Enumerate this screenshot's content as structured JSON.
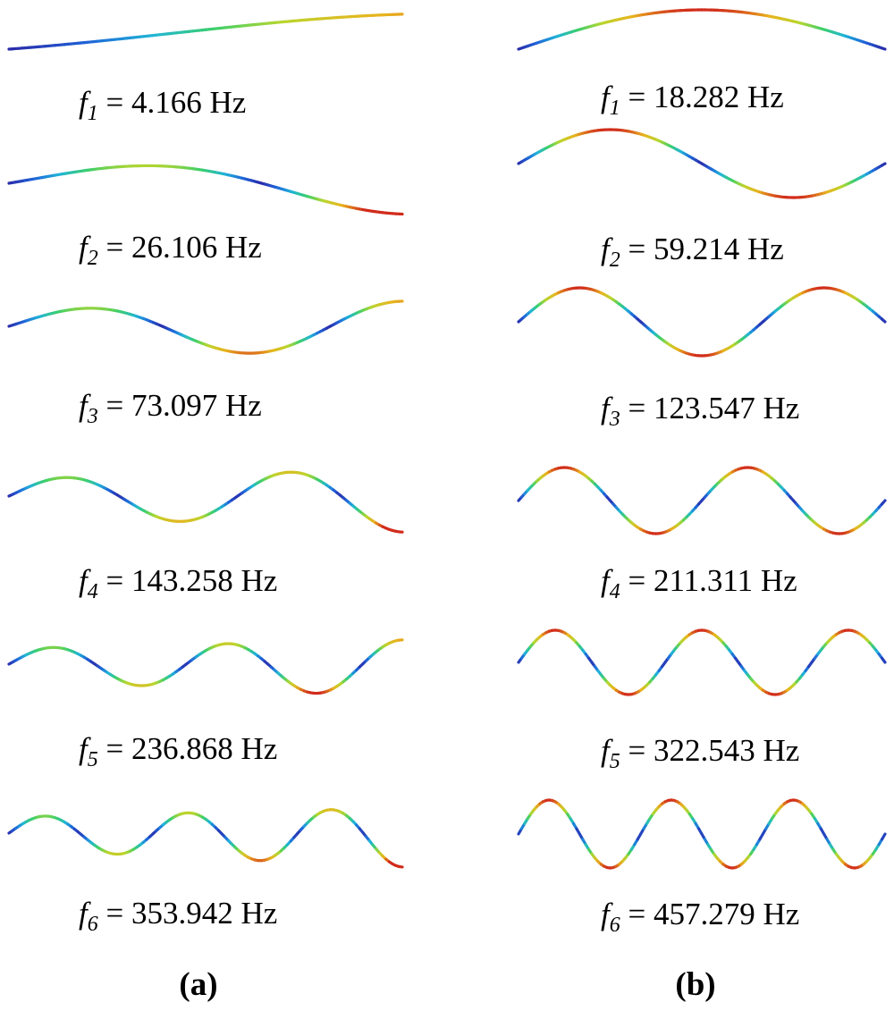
{
  "figure": {
    "panels": [
      {
        "tag": "(a)",
        "modes": [
          {
            "symbol": "f",
            "index": "1",
            "value": "4.166",
            "unit": "Hz",
            "half_waves": 1
          },
          {
            "symbol": "f",
            "index": "2",
            "value": "26.106",
            "unit": "Hz",
            "half_waves": 2
          },
          {
            "symbol": "f",
            "index": "3",
            "value": "73.097",
            "unit": "Hz",
            "half_waves": 3
          },
          {
            "symbol": "f",
            "index": "4",
            "value": "143.258",
            "unit": "Hz",
            "half_waves": 4
          },
          {
            "symbol": "f",
            "index": "5",
            "value": "236.868",
            "unit": "Hz",
            "half_waves": 5
          },
          {
            "symbol": "f",
            "index": "6",
            "value": "353.942",
            "unit": "Hz",
            "half_waves": 6
          }
        ]
      },
      {
        "tag": "(b)",
        "modes": [
          {
            "symbol": "f",
            "index": "1",
            "value": "18.282",
            "unit": "Hz",
            "half_waves": 1
          },
          {
            "symbol": "f",
            "index": "2",
            "value": "59.214",
            "unit": "Hz",
            "half_waves": 2
          },
          {
            "symbol": "f",
            "index": "3",
            "value": "123.547",
            "unit": "Hz",
            "half_waves": 3
          },
          {
            "symbol": "f",
            "index": "4",
            "value": "211.311",
            "unit": "Hz",
            "half_waves": 4
          },
          {
            "symbol": "f",
            "index": "5",
            "value": "322.543",
            "unit": "Hz",
            "half_waves": 5
          },
          {
            "symbol": "f",
            "index": "6",
            "value": "457.279",
            "unit": "Hz",
            "half_waves": 6
          }
        ]
      }
    ],
    "colormap": [
      "#2a2aa8",
      "#1f63d8",
      "#20b4d8",
      "#3ccf6a",
      "#b9d62e",
      "#e8b31e",
      "#d12b1b"
    ]
  }
}
